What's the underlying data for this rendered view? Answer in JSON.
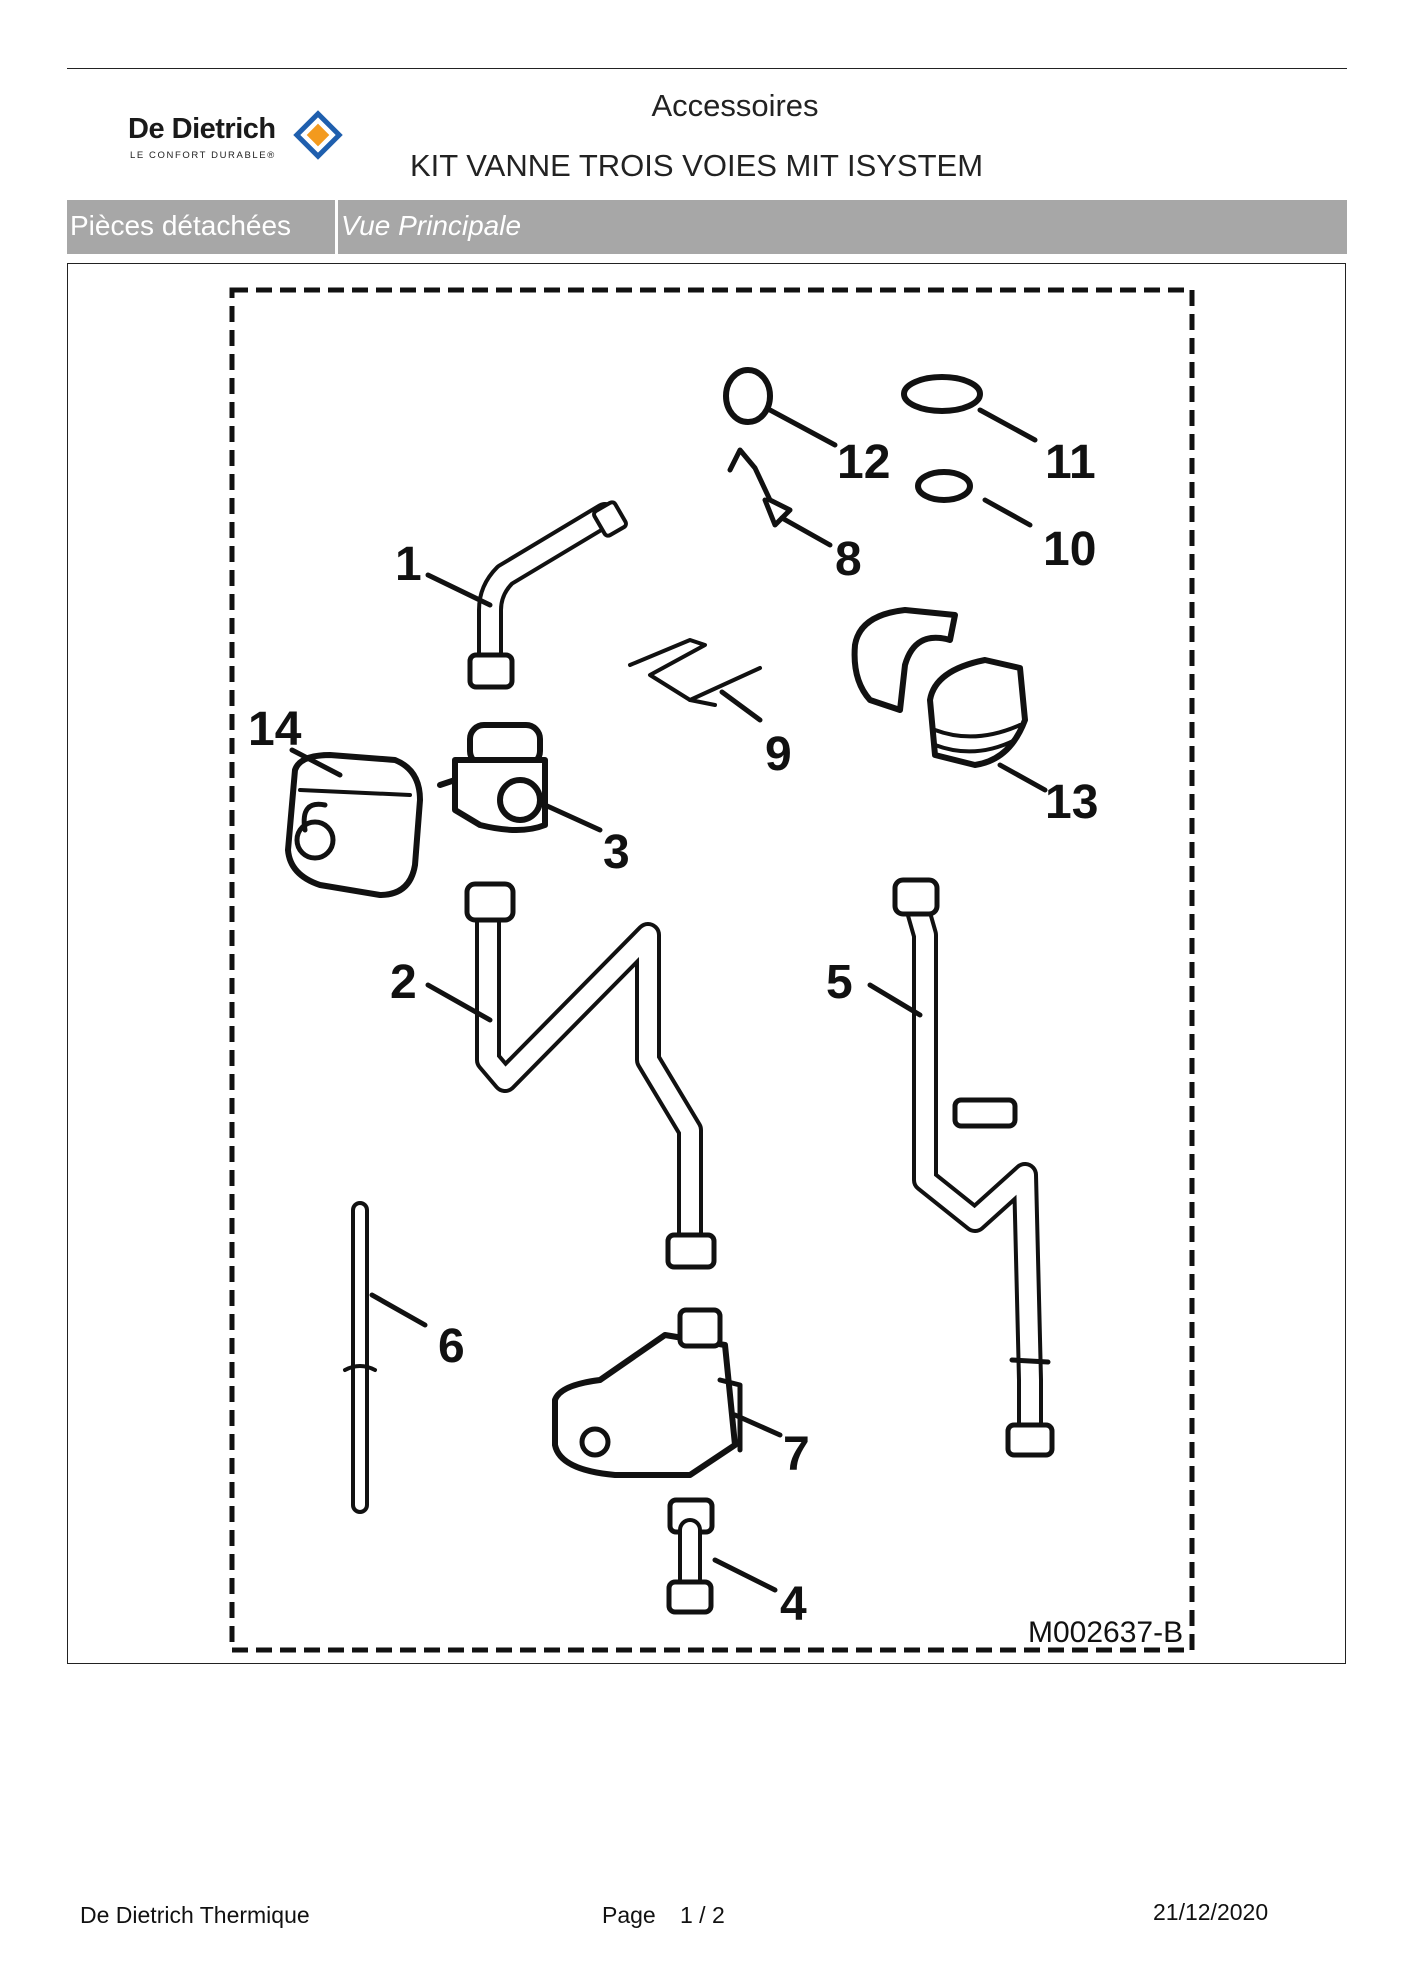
{
  "header": {
    "brand_name": "De Dietrich",
    "brand_tagline": "LE CONFORT DURABLE®",
    "title": "Accessoires",
    "subtitle": "KIT VANNE TROIS VOIES MIT ISYSTEM"
  },
  "tabs": {
    "section": "Pièces détachées",
    "view": "Vue Principale"
  },
  "figure": {
    "reference": "M002637-B",
    "callouts": [
      "1",
      "2",
      "3",
      "4",
      "5",
      "6",
      "7",
      "8",
      "9",
      "10",
      "11",
      "12",
      "13",
      "14"
    ]
  },
  "footer": {
    "company": "De Dietrich Thermique",
    "page_label": "Page",
    "page_number": "1 / 2",
    "date": "21/12/2020"
  },
  "colors": {
    "bar": "#a7a7a7",
    "brand_blue": "#1f5fae",
    "brand_orange": "#f39a1e"
  }
}
